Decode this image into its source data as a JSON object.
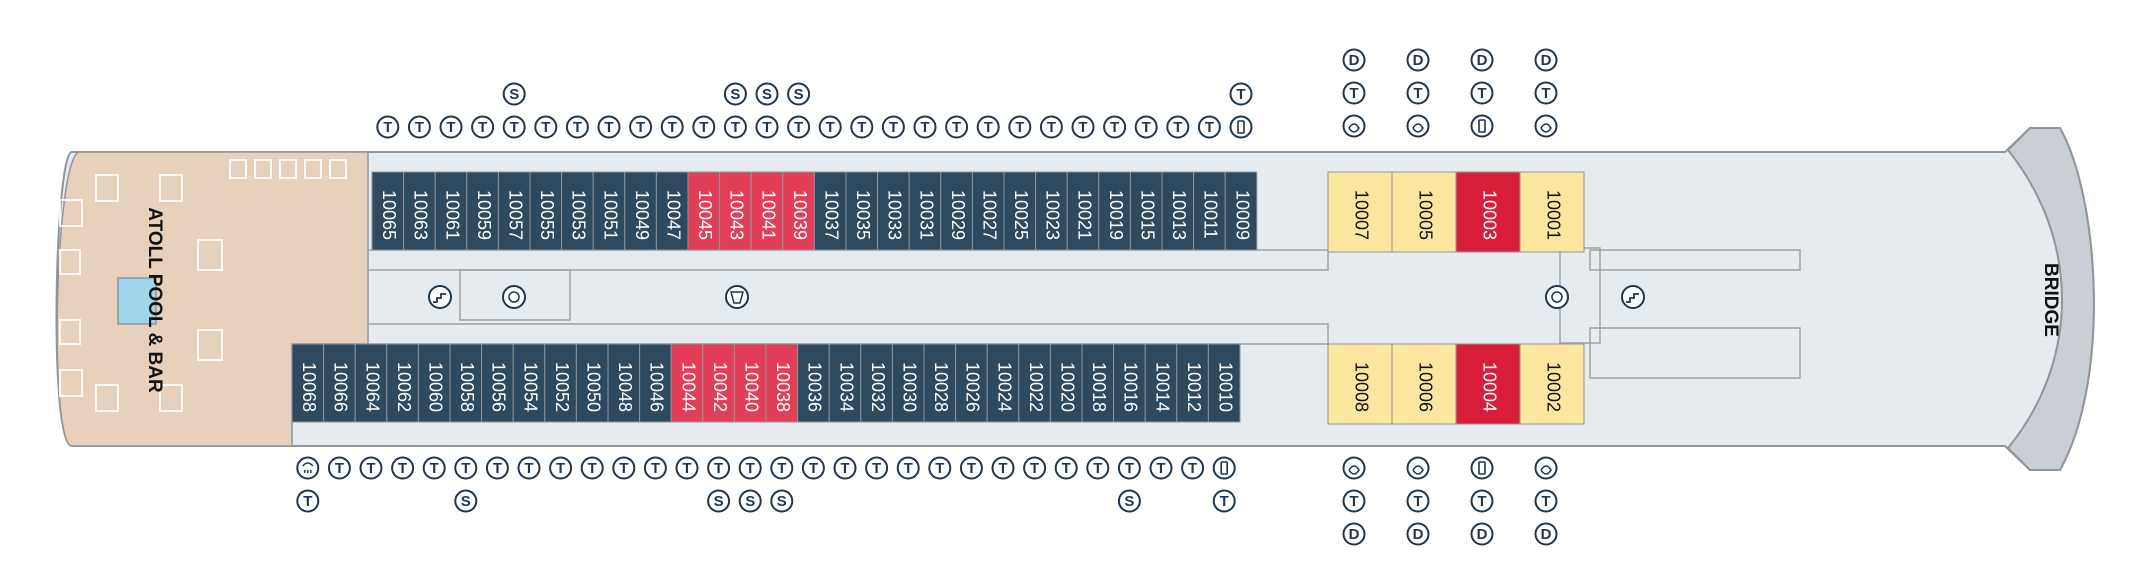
{
  "labels": {
    "pool": "ATOLL POOL & BAR",
    "bridge": "BRIDGE"
  },
  "colors": {
    "navy": "#2f4a5e",
    "red": "#e23e57",
    "crimson": "#d81e3a",
    "yellow": "#fbe6a0",
    "deck": "#e6ebef",
    "wood": "#e7d1bd",
    "pool": "#9fd6ea",
    "stroke": "#8e969c"
  },
  "symbol_key": {
    "T": "T",
    "S": "S",
    "D": "D"
  },
  "cabins_top": [
    {
      "n": "10065",
      "c": "navy"
    },
    {
      "n": "10063",
      "c": "navy"
    },
    {
      "n": "10061",
      "c": "navy"
    },
    {
      "n": "10059",
      "c": "navy"
    },
    {
      "n": "10057",
      "c": "navy"
    },
    {
      "n": "10055",
      "c": "navy"
    },
    {
      "n": "10053",
      "c": "navy"
    },
    {
      "n": "10051",
      "c": "navy"
    },
    {
      "n": "10049",
      "c": "navy"
    },
    {
      "n": "10047",
      "c": "navy"
    },
    {
      "n": "10045",
      "c": "red"
    },
    {
      "n": "10043",
      "c": "red"
    },
    {
      "n": "10041",
      "c": "red"
    },
    {
      "n": "10039",
      "c": "red"
    },
    {
      "n": "10037",
      "c": "navy"
    },
    {
      "n": "10035",
      "c": "navy"
    },
    {
      "n": "10033",
      "c": "navy"
    },
    {
      "n": "10031",
      "c": "navy"
    },
    {
      "n": "10029",
      "c": "navy"
    },
    {
      "n": "10027",
      "c": "navy"
    },
    {
      "n": "10025",
      "c": "navy"
    },
    {
      "n": "10023",
      "c": "navy"
    },
    {
      "n": "10021",
      "c": "navy"
    },
    {
      "n": "10019",
      "c": "navy"
    },
    {
      "n": "10015",
      "c": "navy"
    },
    {
      "n": "10013",
      "c": "navy"
    },
    {
      "n": "10011",
      "c": "navy"
    },
    {
      "n": "10009",
      "c": "navy"
    }
  ],
  "cabins_bottom": [
    {
      "n": "10068",
      "c": "navy"
    },
    {
      "n": "10066",
      "c": "navy"
    },
    {
      "n": "10064",
      "c": "navy"
    },
    {
      "n": "10062",
      "c": "navy"
    },
    {
      "n": "10060",
      "c": "navy"
    },
    {
      "n": "10058",
      "c": "navy"
    },
    {
      "n": "10056",
      "c": "navy"
    },
    {
      "n": "10054",
      "c": "navy"
    },
    {
      "n": "10052",
      "c": "navy"
    },
    {
      "n": "10050",
      "c": "navy"
    },
    {
      "n": "10048",
      "c": "navy"
    },
    {
      "n": "10046",
      "c": "navy"
    },
    {
      "n": "10044",
      "c": "red"
    },
    {
      "n": "10042",
      "c": "red"
    },
    {
      "n": "10040",
      "c": "red"
    },
    {
      "n": "10038",
      "c": "red"
    },
    {
      "n": "10036",
      "c": "navy"
    },
    {
      "n": "10034",
      "c": "navy"
    },
    {
      "n": "10032",
      "c": "navy"
    },
    {
      "n": "10030",
      "c": "navy"
    },
    {
      "n": "10028",
      "c": "navy"
    },
    {
      "n": "10026",
      "c": "navy"
    },
    {
      "n": "10024",
      "c": "navy"
    },
    {
      "n": "10022",
      "c": "navy"
    },
    {
      "n": "10020",
      "c": "navy"
    },
    {
      "n": "10018",
      "c": "navy"
    },
    {
      "n": "10016",
      "c": "navy"
    },
    {
      "n": "10014",
      "c": "navy"
    },
    {
      "n": "10012",
      "c": "navy"
    },
    {
      "n": "10010",
      "c": "navy"
    }
  ],
  "suites_top": [
    {
      "n": "10007",
      "c": "yellow"
    },
    {
      "n": "10005",
      "c": "yellow"
    },
    {
      "n": "10003",
      "c": "crimson"
    },
    {
      "n": "10001",
      "c": "yellow"
    }
  ],
  "suites_bottom": [
    {
      "n": "10008",
      "c": "yellow"
    },
    {
      "n": "10006",
      "c": "yellow"
    },
    {
      "n": "10004",
      "c": "crimson"
    },
    {
      "n": "10002",
      "c": "yellow"
    }
  ],
  "top_symbols": [
    [
      "T"
    ],
    [
      "T"
    ],
    [
      "T"
    ],
    [
      "T"
    ],
    [
      "S",
      "T"
    ],
    [
      "T"
    ],
    [
      "T"
    ],
    [
      "T"
    ],
    [
      "T"
    ],
    [
      "T"
    ],
    [
      "T"
    ],
    [
      "S",
      "T"
    ],
    [
      "S",
      "T"
    ],
    [
      "S",
      "T"
    ],
    [
      "T"
    ],
    [
      "T"
    ],
    [
      "T"
    ],
    [
      "T"
    ],
    [
      "T"
    ],
    [
      "T"
    ],
    [
      "T"
    ],
    [
      "T"
    ],
    [
      "T"
    ],
    [
      "T"
    ],
    [
      "T"
    ],
    [
      "T"
    ],
    [
      "T"
    ],
    [
      "T",
      "accessible"
    ]
  ],
  "bottom_symbols": [
    [
      "shower",
      "T"
    ],
    [
      "T"
    ],
    [
      "T"
    ],
    [
      "T"
    ],
    [
      "T"
    ],
    [
      "T",
      "S"
    ],
    [
      "T"
    ],
    [
      "T"
    ],
    [
      "T"
    ],
    [
      "T"
    ],
    [
      "T"
    ],
    [
      "T"
    ],
    [
      "T"
    ],
    [
      "T",
      "S"
    ],
    [
      "T",
      "S"
    ],
    [
      "T",
      "S"
    ],
    [
      "T"
    ],
    [
      "T"
    ],
    [
      "T"
    ],
    [
      "T"
    ],
    [
      "T"
    ],
    [
      "T"
    ],
    [
      "T"
    ],
    [
      "T"
    ],
    [
      "T"
    ],
    [
      "T"
    ],
    [
      "T",
      "S"
    ],
    [
      "T"
    ],
    [
      "T"
    ],
    [
      "accessible",
      "T"
    ]
  ],
  "suite_symbols_top": [
    [
      "D",
      "T",
      "whirlpool"
    ],
    [
      "D",
      "T",
      "whirlpool"
    ],
    [
      "D",
      "T",
      "accessible"
    ],
    [
      "D",
      "T",
      "whirlpool"
    ]
  ],
  "suite_symbols_bottom": [
    [
      "whirlpool",
      "T",
      "D"
    ],
    [
      "whirlpool",
      "T",
      "D"
    ],
    [
      "accessible",
      "T",
      "D"
    ],
    [
      "whirlpool",
      "T",
      "D"
    ]
  ],
  "icons": [
    "stairs-icon",
    "elevator-icon",
    "laundry-icon",
    "whirlpool-icon",
    "accessible-icon",
    "shower-icon"
  ]
}
